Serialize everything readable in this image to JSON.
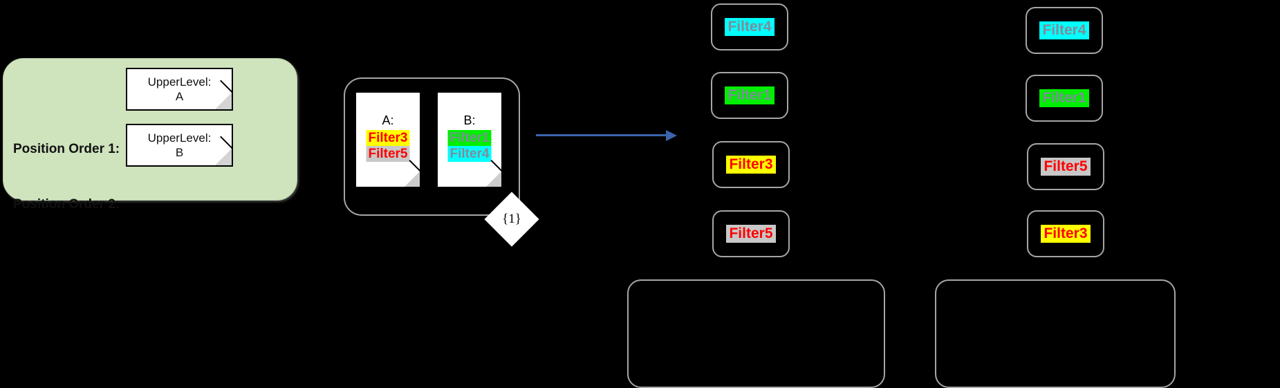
{
  "colors": {
    "panel_green": "#cfe3bd",
    "arrow_blue": "#3a64ad",
    "box_border_gray": "#a6a6a6",
    "highlight_yellow": "#ffff00",
    "highlight_gray": "#c8c8c8",
    "highlight_green": "#00ee00",
    "highlight_cyan": "#00ffff",
    "text_red": "#ff0000",
    "text_slate": "#7f8c9b"
  },
  "position_panel": {
    "orders": [
      {
        "label": "Position Order 1:",
        "card": {
          "line1": "UpperLevel:",
          "line2": "A"
        }
      },
      {
        "label": "Position Order 2:",
        "card": {
          "line1": "UpperLevel:",
          "line2": "B"
        }
      }
    ]
  },
  "document_set": {
    "multiplicity": "{1}",
    "notes": [
      {
        "title": "A:",
        "filters": [
          {
            "label": "Filter3",
            "bg": "#ffff00",
            "fg": "#ff0000"
          },
          {
            "label": "Filter5",
            "bg": "#c8c8c8",
            "fg": "#ff0000"
          }
        ]
      },
      {
        "title": "B:",
        "filters": [
          {
            "label": "Filter1",
            "bg": "#00ee00",
            "fg": "#7f8c9b"
          },
          {
            "label": "Filter4",
            "bg": "#00ffff",
            "fg": "#7f8c9b"
          }
        ]
      }
    ]
  },
  "arrow": {
    "name": "transform-arrow"
  },
  "result_columns": [
    {
      "name": "result-column-1",
      "items": [
        {
          "label": "Filter4",
          "bg": "#00ffff",
          "fg": "#7f8c9b"
        },
        {
          "label": "Filter1",
          "bg": "#00ee00",
          "fg": "#7f8c9b"
        },
        {
          "label": "Filter3",
          "bg": "#ffff00",
          "fg": "#ff0000"
        },
        {
          "label": "Filter5",
          "bg": "#c8c8c8",
          "fg": "#ff0000"
        }
      ]
    },
    {
      "name": "result-column-2",
      "items": [
        {
          "label": "Filter4",
          "bg": "#00ffff",
          "fg": "#7f8c9b"
        },
        {
          "label": "Filter1",
          "bg": "#00ee00",
          "fg": "#7f8c9b"
        },
        {
          "label": "Filter5",
          "bg": "#c8c8c8",
          "fg": "#ff0000"
        },
        {
          "label": "Filter3",
          "bg": "#ffff00",
          "fg": "#ff0000"
        }
      ]
    }
  ],
  "bottom_containers": [
    {
      "name": "bottom-container-left",
      "label": ""
    },
    {
      "name": "bottom-container-right",
      "label": ""
    }
  ]
}
